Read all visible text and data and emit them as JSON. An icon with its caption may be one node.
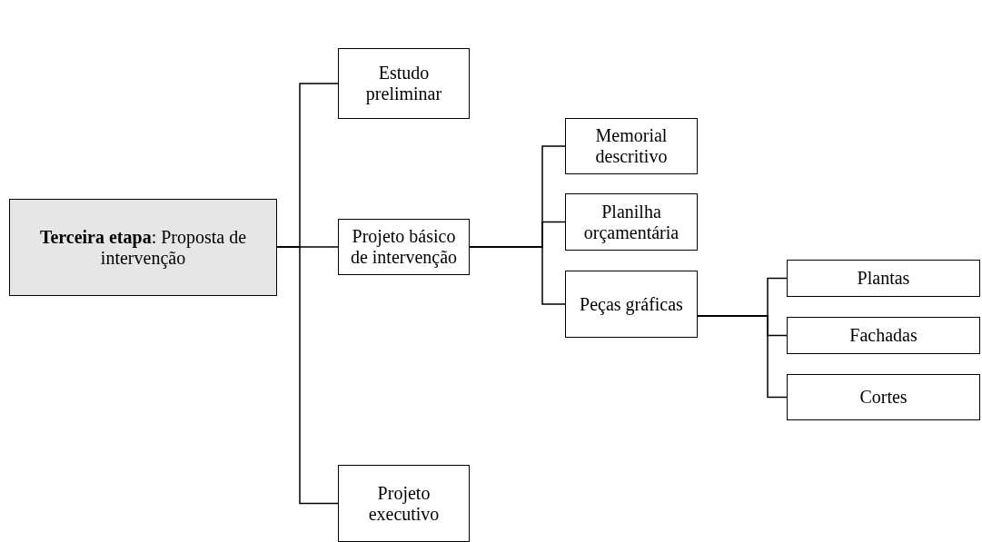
{
  "diagram": {
    "nodes": [
      {
        "text": [
          "**Terceira etapa**: Proposta de intervenção"
        ]
      },
      {
        "text": [
          "Estudo preliminar"
        ]
      },
      {
        "text": [
          "Projeto básico de intervenção"
        ]
      },
      {
        "text": [
          "Projeto executivo"
        ]
      },
      {
        "text": [
          "Memorial descritivo"
        ]
      },
      {
        "text": [
          "Planilha orçamentária"
        ]
      },
      {
        "text": [
          "Peças gráficas"
        ]
      },
      {
        "text": [
          "Plantas"
        ]
      },
      {
        "text": [
          "Fachadas"
        ]
      },
      {
        "text": [
          "Cortes"
        ]
      }
    ],
    "edges": [
      {
        "from": 0,
        "to": 1,
        "arrow": "none"
      },
      {
        "from": 0,
        "to": 2,
        "arrow": "none"
      },
      {
        "from": 0,
        "to": 3,
        "arrow": "none"
      },
      {
        "from": 2,
        "to": 4,
        "arrow": "none"
      },
      {
        "from": 2,
        "to": 5,
        "arrow": "none"
      },
      {
        "from": 2,
        "to": 6,
        "arrow": "none"
      },
      {
        "from": 6,
        "to": 7,
        "arrow": "none"
      },
      {
        "from": 6,
        "to": 8,
        "arrow": "none"
      },
      {
        "from": 6,
        "to": 9,
        "arrow": "none"
      }
    ]
  }
}
